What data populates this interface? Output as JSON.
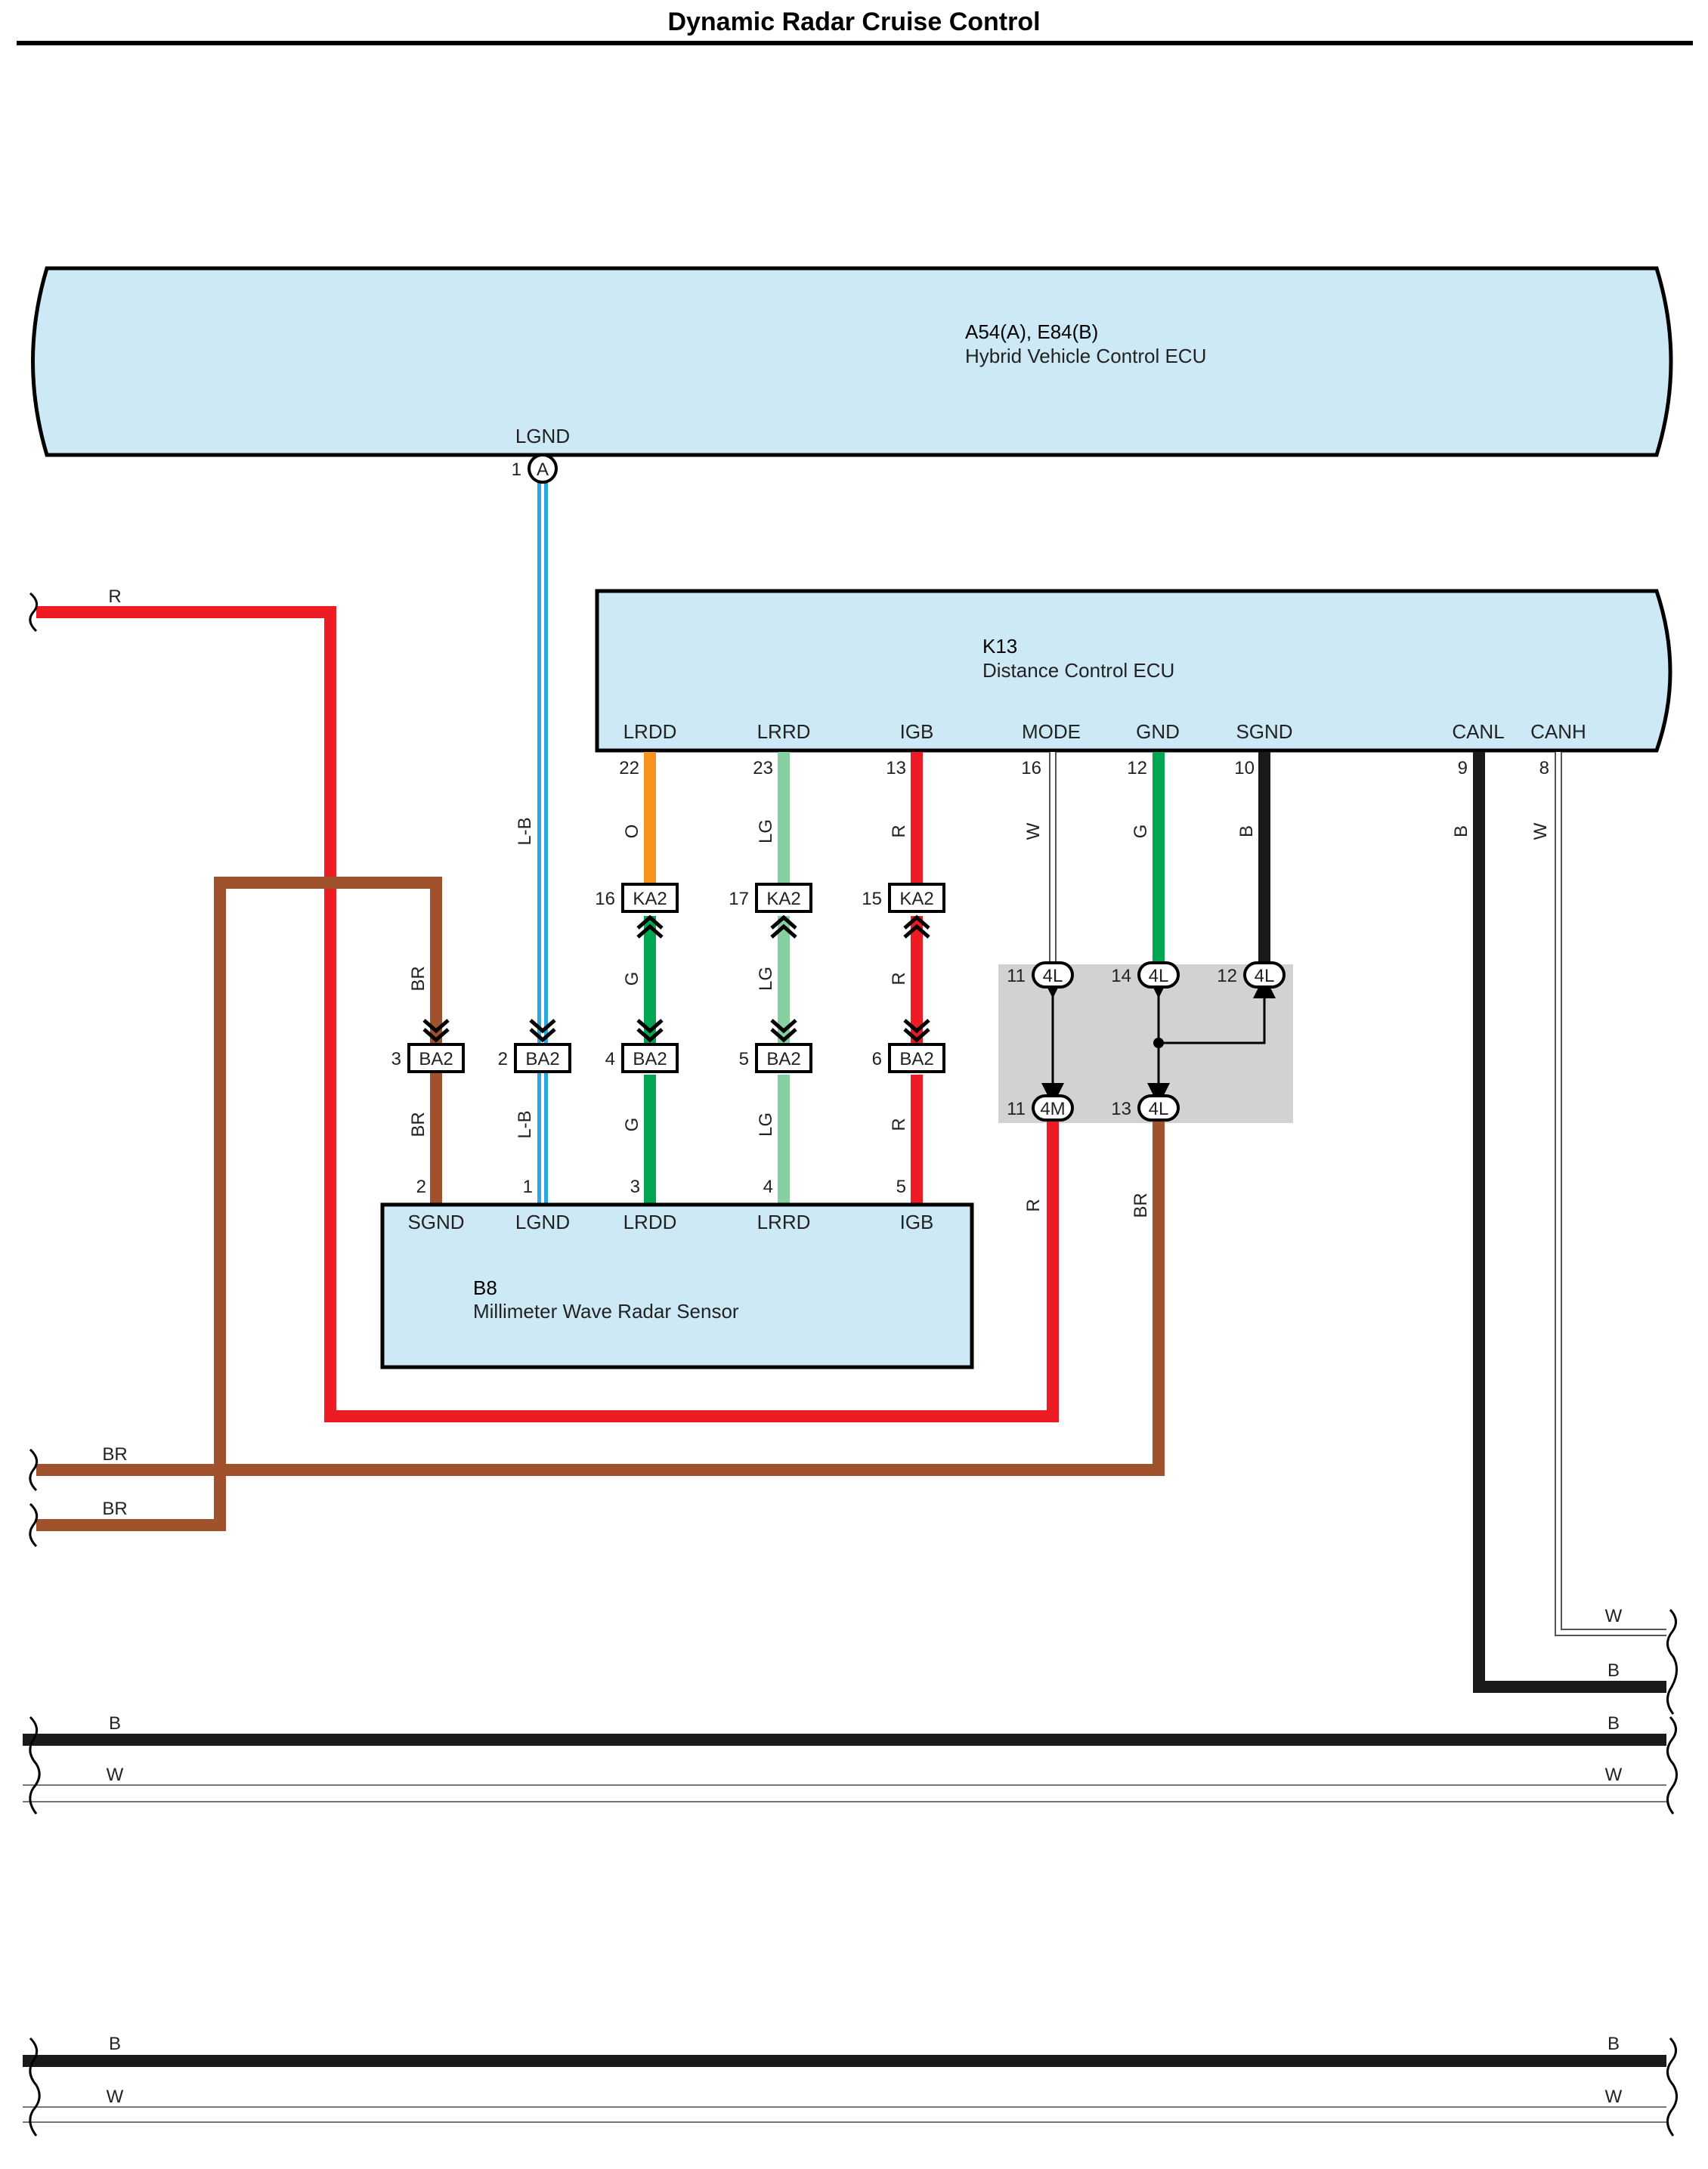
{
  "title": "Dynamic Radar Cruise Control",
  "colors": {
    "component_fill": "#cde9f6",
    "junction_fill": "#d1d2d4",
    "wire_R": "#ed1c24",
    "wire_BR": "#a0522d",
    "wire_G": "#00a651",
    "wire_LG": "#86cfa0",
    "wire_O": "#f7941d",
    "wire_B": "#1a1a1a",
    "wire_W": "#ffffff",
    "wire_LB": "#29a9e0"
  },
  "components": {
    "hv_ecu": {
      "code": "A54(A), E84(B)",
      "name": "Hybrid Vehicle Control ECU",
      "terminal": "LGND",
      "pin": "1",
      "connector": "A"
    },
    "dc_ecu": {
      "code": "K13",
      "name": "Distance Control ECU",
      "terminals": [
        {
          "name": "LRDD",
          "pin": "22"
        },
        {
          "name": "LRRD",
          "pin": "23"
        },
        {
          "name": "IGB",
          "pin": "13"
        },
        {
          "name": "MODE",
          "pin": "16"
        },
        {
          "name": "GND",
          "pin": "12"
        },
        {
          "name": "SGND",
          "pin": "10"
        },
        {
          "name": "CANL",
          "pin": "9"
        },
        {
          "name": "CANH",
          "pin": "8"
        }
      ]
    },
    "radar": {
      "code": "B8",
      "name": "Millimeter Wave Radar Sensor",
      "terminals": [
        {
          "name": "SGND",
          "pin": "2"
        },
        {
          "name": "LGND",
          "pin": "1"
        },
        {
          "name": "LRDD",
          "pin": "3"
        },
        {
          "name": "LRRD",
          "pin": "4"
        },
        {
          "name": "IGB",
          "pin": "5"
        }
      ]
    }
  },
  "connectors": {
    "ka2": [
      {
        "pin": "16",
        "label": "KA2"
      },
      {
        "pin": "17",
        "label": "KA2"
      },
      {
        "pin": "15",
        "label": "KA2"
      }
    ],
    "ba2": [
      {
        "pin": "3",
        "label": "BA2"
      },
      {
        "pin": "2",
        "label": "BA2"
      },
      {
        "pin": "4",
        "label": "BA2"
      },
      {
        "pin": "5",
        "label": "BA2"
      },
      {
        "pin": "6",
        "label": "BA2"
      }
    ],
    "junction": [
      {
        "pin": "11",
        "label": "4L"
      },
      {
        "pin": "14",
        "label": "4L"
      },
      {
        "pin": "12",
        "label": "4L"
      },
      {
        "pin": "11",
        "label": "4M"
      },
      {
        "pin": "13",
        "label": "4L"
      }
    ]
  },
  "wire_labels": {
    "r_left": "R",
    "lb_upper": "L-B",
    "lb_lower": "L-B",
    "o": "O",
    "lg_a": "LG",
    "r_a": "R",
    "w_mode": "W",
    "g_gnd": "G",
    "b_sgnd": "B",
    "b_canl": "B",
    "w_canh": "W",
    "br_a": "BR",
    "g_b": "G",
    "lg_b": "LG",
    "r_b": "R",
    "br_b": "BR",
    "g_c": "G",
    "lg_c": "LG",
    "r_c": "R",
    "r_mode_down": "R",
    "br_gnd_down": "BR",
    "br_left1": "BR",
    "br_left2": "BR",
    "w_right": "W",
    "b_right": "B",
    "b_bus1_l": "B",
    "b_bus1_r": "B",
    "w_bus1_l": "W",
    "w_bus1_r": "W",
    "b_bus2_l": "B",
    "b_bus2_r": "B",
    "w_bus2_l": "W",
    "w_bus2_r": "W"
  }
}
